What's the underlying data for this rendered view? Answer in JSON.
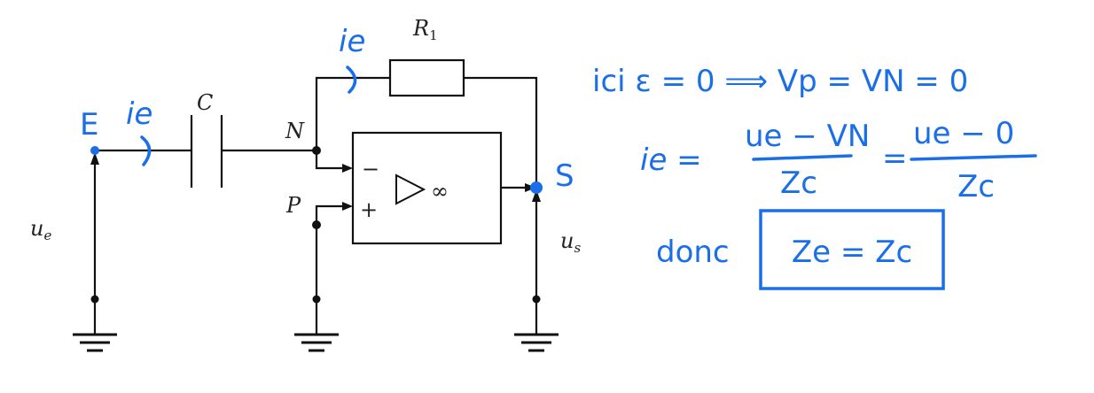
{
  "circuit": {
    "labels": {
      "capacitor": "C",
      "resistor": "R",
      "resistor_sub": "1",
      "node_n": "N",
      "node_p": "P",
      "input_voltage": "u",
      "input_voltage_sub": "e",
      "output_voltage": "u",
      "output_voltage_sub": "s",
      "minus": "−",
      "plus": "+",
      "gain": "∞"
    }
  },
  "annotations": {
    "color": "#1a6fe8",
    "input_node": "E",
    "output_node": "S",
    "current_input": "ie",
    "current_feedback": "ie",
    "line1": "ici ε = 0 ⟹ Vp = VN = 0",
    "line2_lhs": "ie =",
    "frac1_num": "ue − VN",
    "frac1_den": "Zc",
    "eq": "=",
    "frac2_num": "ue − 0",
    "frac2_den": "Zc",
    "conclusion_word": "donc",
    "result": "Ze = Zc"
  }
}
